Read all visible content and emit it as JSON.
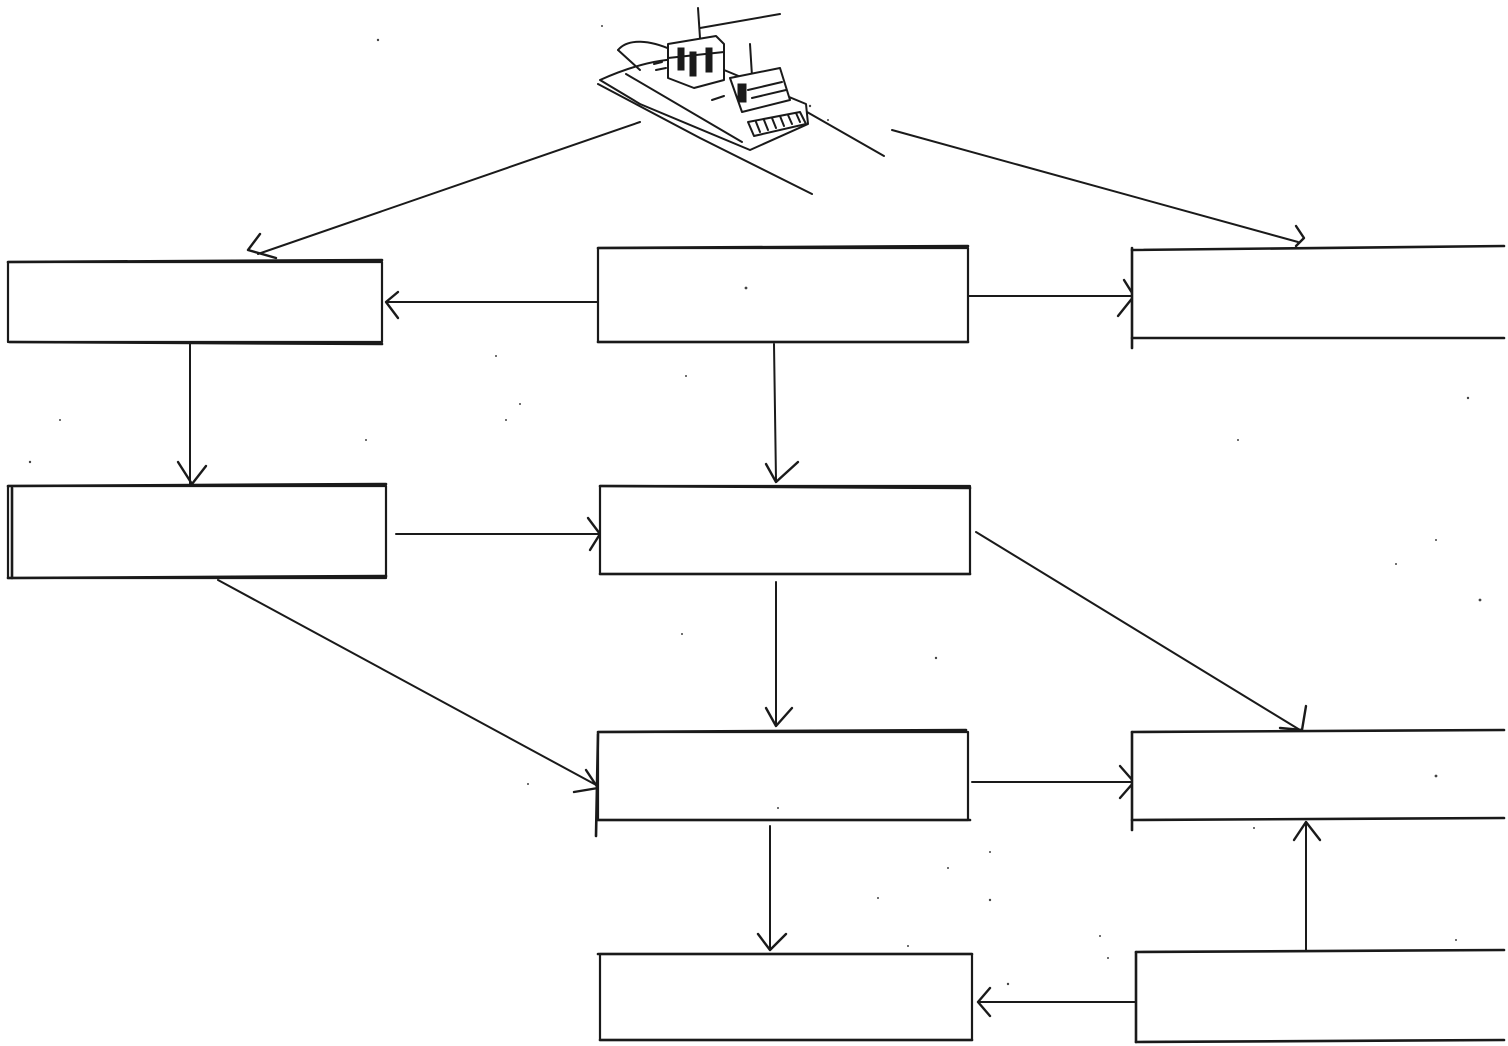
{
  "diagram": {
    "type": "flowchart",
    "stroke_color": "#1a1a1a",
    "background_color": "#ffffff",
    "illustration": "fishing-boat-sketch",
    "nodes": [
      {
        "id": "left-1",
        "label": ""
      },
      {
        "id": "center-1",
        "label": ""
      },
      {
        "id": "right-1",
        "label": ""
      },
      {
        "id": "left-2",
        "label": ""
      },
      {
        "id": "center-2",
        "label": ""
      },
      {
        "id": "center-3",
        "label": ""
      },
      {
        "id": "right-3",
        "label": ""
      },
      {
        "id": "center-4",
        "label": ""
      },
      {
        "id": "right-4",
        "label": ""
      }
    ],
    "edges": [
      {
        "from": "boat",
        "to": "left-1"
      },
      {
        "from": "boat",
        "to": "right-1"
      },
      {
        "from": "center-1",
        "to": "left-1"
      },
      {
        "from": "center-1",
        "to": "right-1"
      },
      {
        "from": "center-1",
        "to": "center-2"
      },
      {
        "from": "left-1",
        "to": "left-2"
      },
      {
        "from": "left-2",
        "to": "center-2"
      },
      {
        "from": "left-2",
        "to": "center-3"
      },
      {
        "from": "center-2",
        "to": "center-3"
      },
      {
        "from": "center-2",
        "to": "right-3"
      },
      {
        "from": "center-3",
        "to": "right-3"
      },
      {
        "from": "center-3",
        "to": "center-4"
      },
      {
        "from": "right-4",
        "to": "center-4"
      },
      {
        "from": "right-4",
        "to": "right-3"
      }
    ]
  }
}
